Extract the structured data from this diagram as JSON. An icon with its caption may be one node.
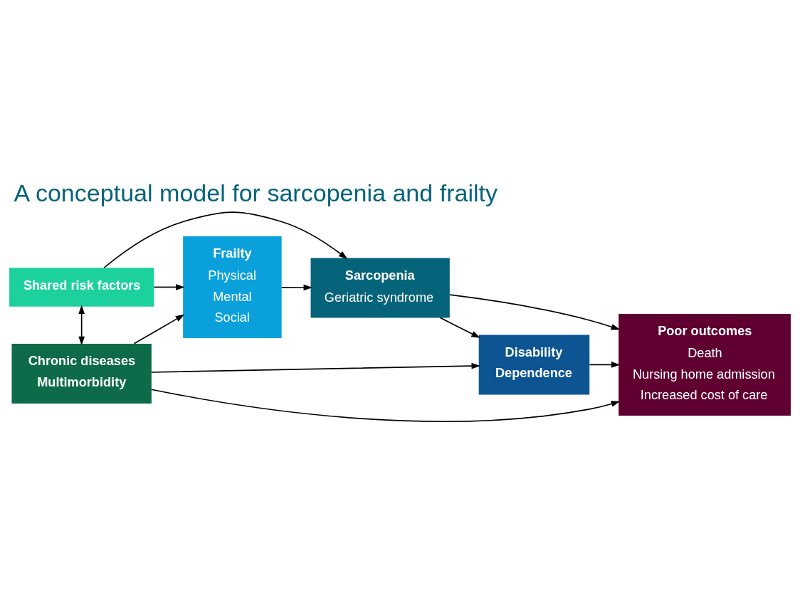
{
  "diagram": {
    "title": "A conceptual model for sarcopenia and frailty",
    "nodes": [
      {
        "text": [
          "Shared risk factors"
        ]
      },
      {
        "text": [
          "Chronic diseases",
          "Multimorbidity"
        ]
      },
      {
        "text": [
          "Frailty",
          "Physical",
          "Mental",
          "Social"
        ]
      },
      {
        "text": [
          "Sarcopenia",
          "Geriatric syndrome"
        ]
      },
      {
        "text": [
          "Disability",
          "Dependence"
        ]
      },
      {
        "text": [
          "Poor outcomes",
          "Death",
          "Nursing home admission",
          "Increased cost of care"
        ]
      }
    ],
    "edges": [
      {
        "from": 0,
        "to": 1,
        "arrow": "both"
      },
      {
        "from": 0,
        "to": 2,
        "arrow": "to"
      },
      {
        "from": 0,
        "to": 3,
        "arrow": "to"
      },
      {
        "from": 3,
        "to": 5,
        "arrow": "to"
      },
      {
        "from": 2,
        "to": 3,
        "arrow": "to"
      },
      {
        "from": 3,
        "to": 4,
        "arrow": "to"
      },
      {
        "from": 4,
        "to": 5,
        "arrow": "to"
      },
      {
        "from": 1,
        "to": 2,
        "arrow": "to"
      },
      {
        "from": 1,
        "to": 4,
        "arrow": "to"
      },
      {
        "from": 1,
        "to": 5,
        "arrow": "to"
      }
    ]
  }
}
